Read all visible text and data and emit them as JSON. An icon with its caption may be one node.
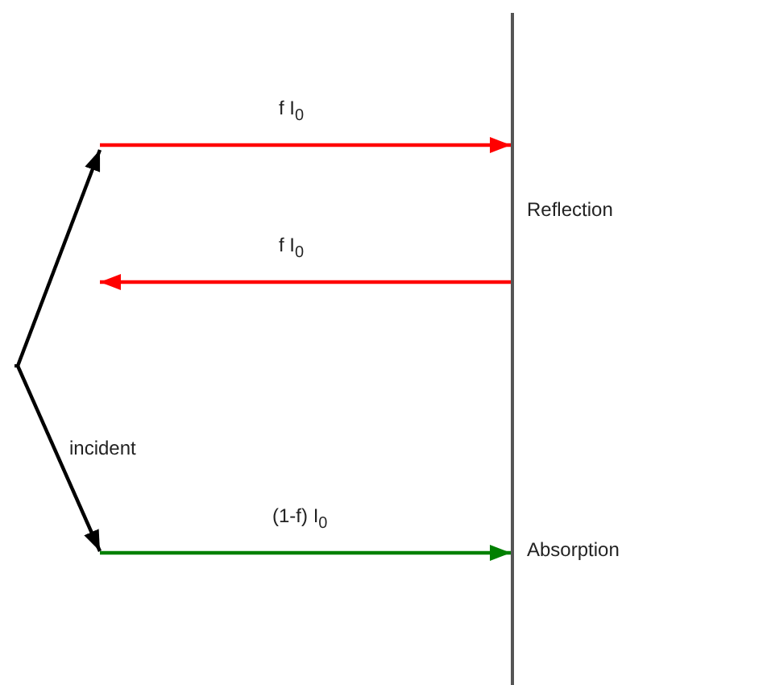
{
  "diagram": {
    "nodes": [
      {
        "text": [],
        "shape": "bar",
        "beside": [
          "Reflection",
          "Absorption"
        ]
      },
      {
        "text": [],
        "shape": "point"
      }
    ],
    "edges": [
      {
        "from": null,
        "to": 0,
        "arrow": "to",
        "label": "f I$_{0}$",
        "color": "#ff0000"
      },
      {
        "from": 0,
        "to": null,
        "arrow": "to",
        "label": "f I$_{0}$",
        "color": "#ff0000"
      },
      {
        "from": 1,
        "to": null,
        "arrow": "to",
        "color": "#000000"
      },
      {
        "from": 1,
        "to": null,
        "arrow": "to",
        "label": "incident",
        "color": "#000000"
      },
      {
        "from": null,
        "to": 0,
        "arrow": "to",
        "label": "(1-f) I$_{0}$",
        "color": "#008000"
      }
    ]
  }
}
